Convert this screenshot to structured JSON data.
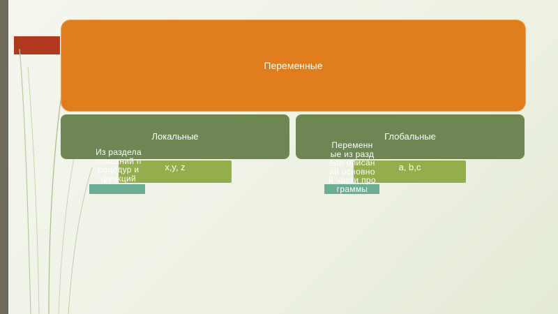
{
  "diagram": {
    "root": "Переменные",
    "branches": [
      {
        "label": "Локальные",
        "example": "x,y, z",
        "description": "Из раздела описаний процедур и функций"
      },
      {
        "label": "Глобальные",
        "example": "a, b,c",
        "description": "Переменные из раздела описаний основной части программы"
      }
    ]
  },
  "colors": {
    "root": "#e07d1a",
    "branch": "#6e8752",
    "example": "#94ad4b",
    "description": "#6aae93",
    "accent": "#b0391d"
  }
}
